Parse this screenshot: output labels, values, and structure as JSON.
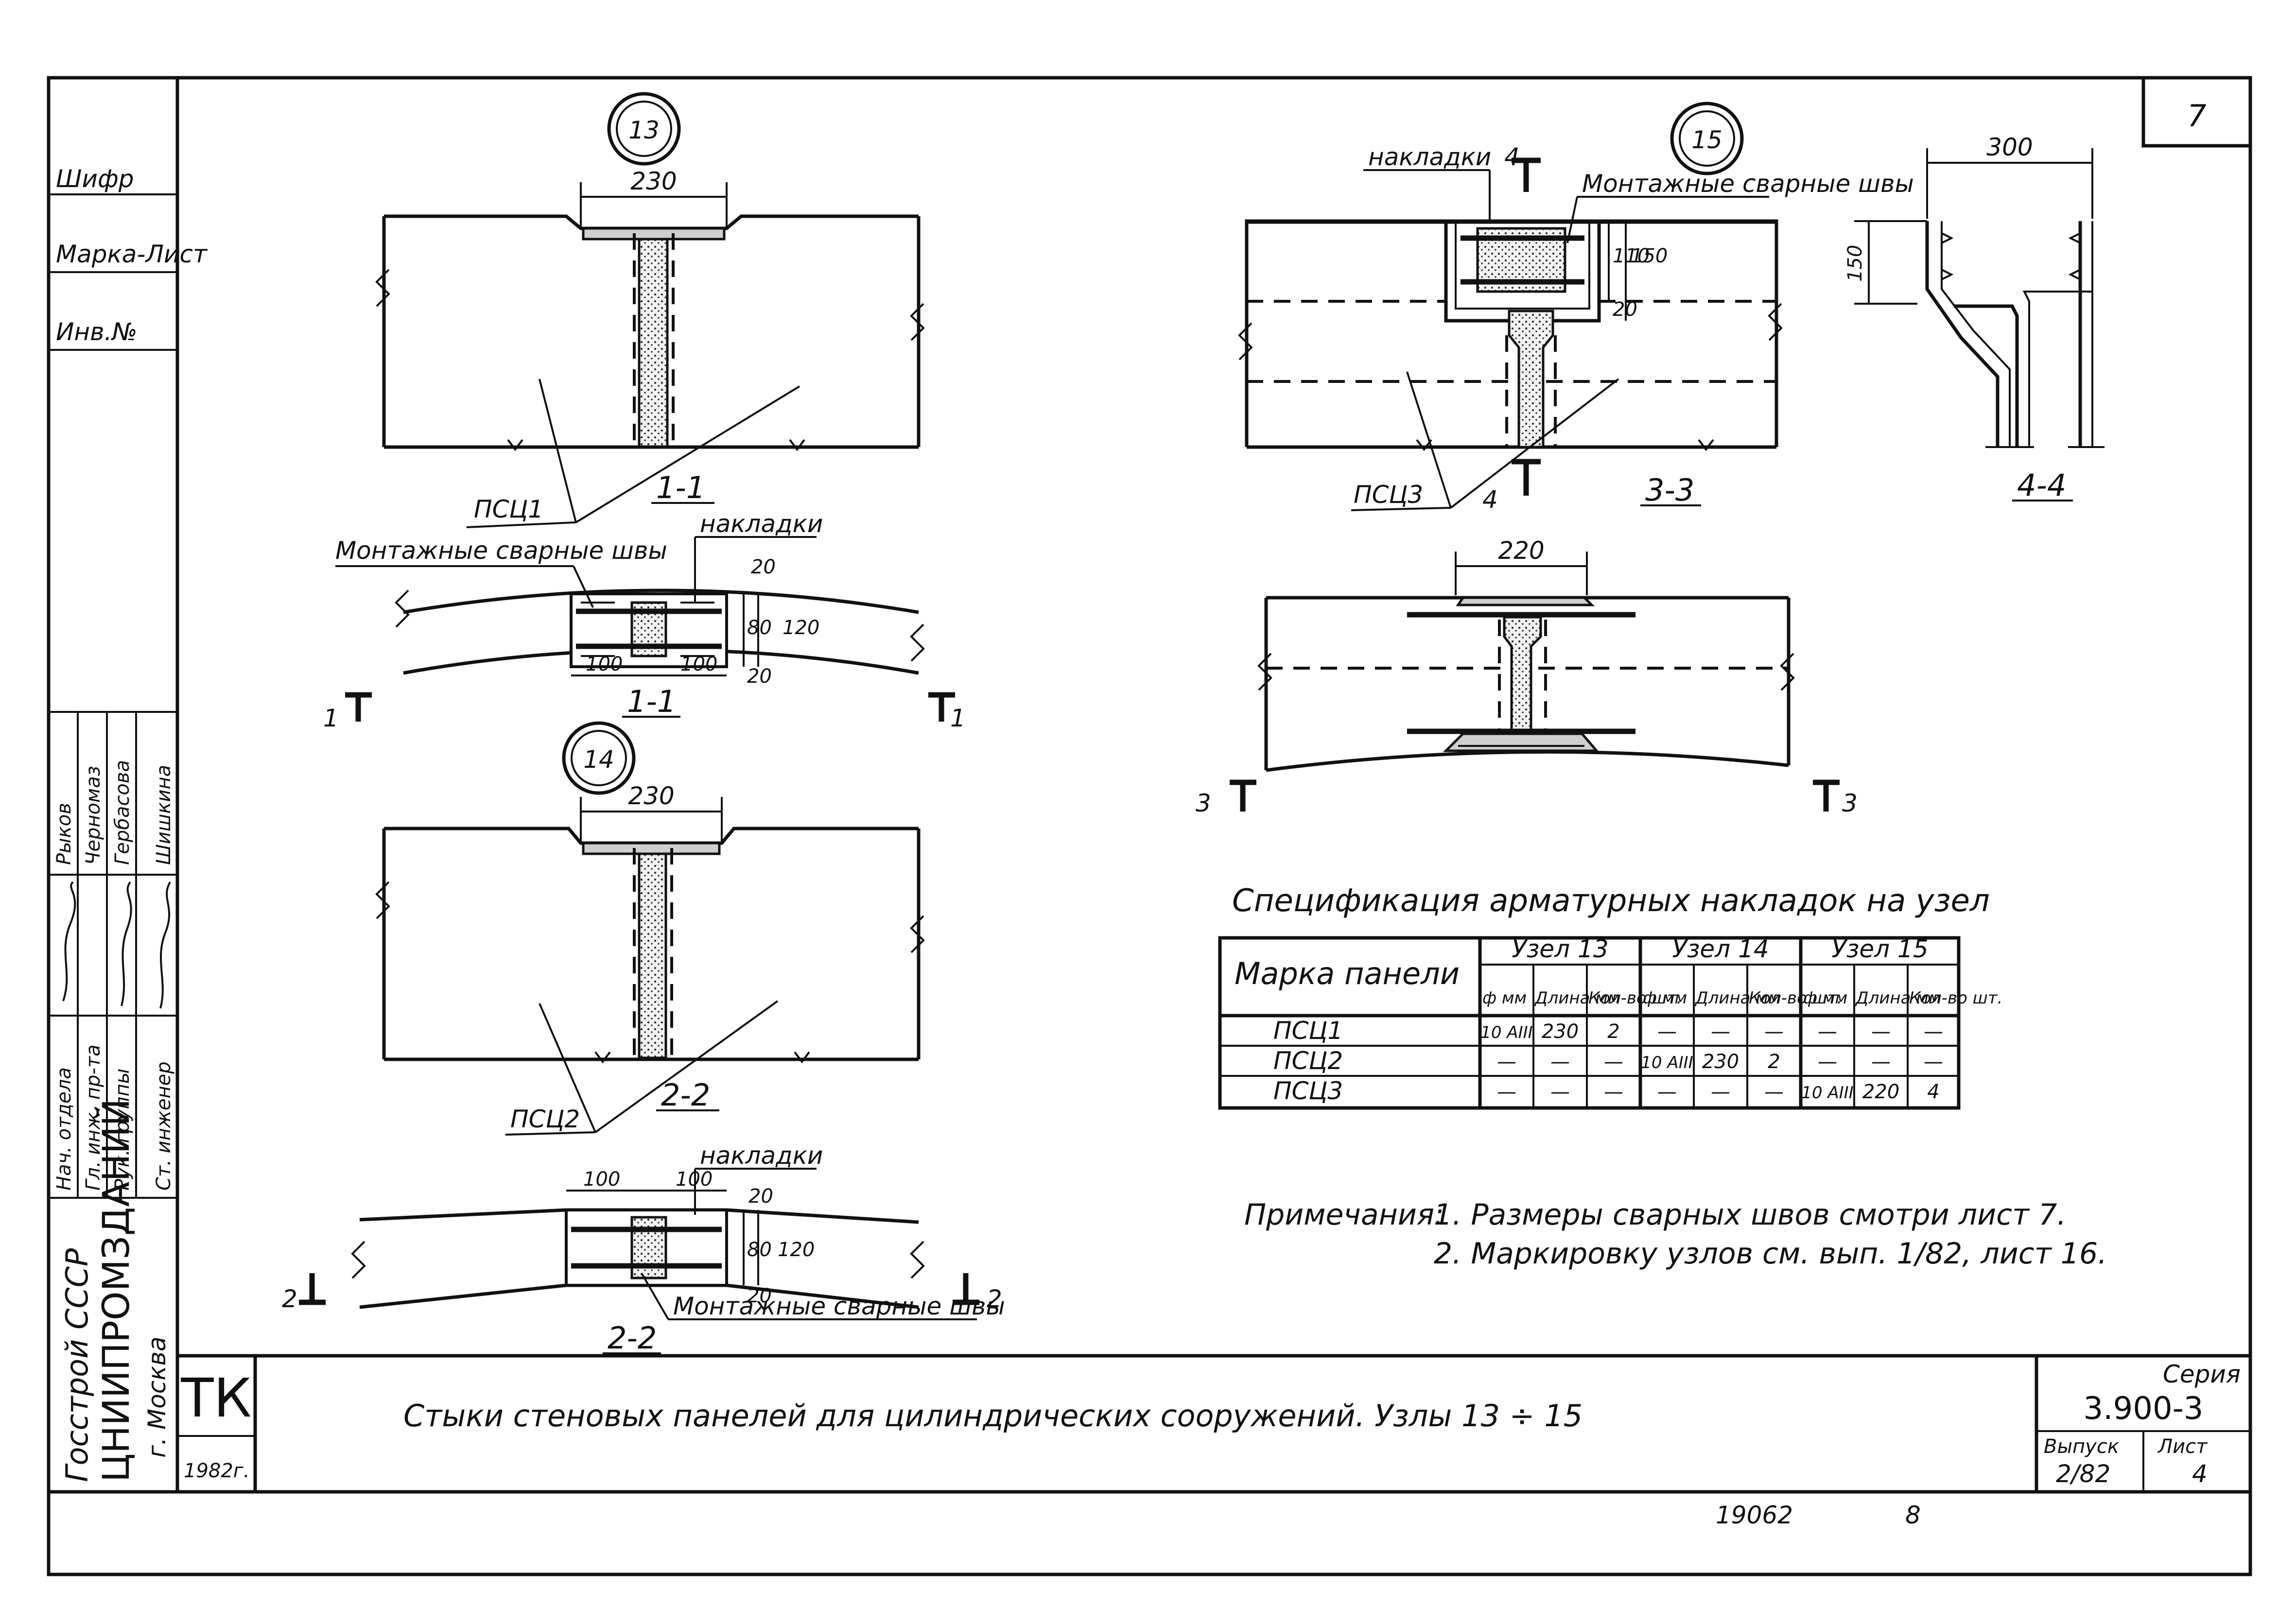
{
  "sheet_number": "7",
  "stamp_labels": [
    "Шифр",
    "Марка-Лист",
    "Инв.№"
  ],
  "staff": [
    {
      "role": "Нач. отдела",
      "name": "Рыков"
    },
    {
      "role": "Гл. инж. пр-та",
      "name": "Черномаз"
    },
    {
      "role": "Рук. группы",
      "name": "Гербасова"
    },
    {
      "role": "Ст. инженер",
      "name": "Шишкина"
    }
  ],
  "organization": {
    "line1": "Госстрой СССР",
    "line2": "ЦНИИПРОМЗДАНИЙ",
    "line3": "г. Москва"
  },
  "tk": "ТК",
  "year": "1982г.",
  "title": "Стыки стеновых панелей для цилиндрических сооружений. Узлы 13 ÷ 15",
  "series_label": "Серия",
  "series": "3.900-3",
  "issue_label": "Выпуск",
  "issue": "2/82",
  "sheet_label": "Лист",
  "sheet": "4",
  "footer_left": "19062",
  "footer_right": "8",
  "nodes": {
    "n13": "13",
    "n14": "14",
    "n15": "15"
  },
  "drawings": {
    "d13": {
      "width": "230",
      "section": "1-1",
      "panel": "ПСЦ1"
    },
    "d13b": {
      "caption": "1-1",
      "welds": "Монтажные сварные швы",
      "plates": "накладки",
      "dims": [
        "20",
        "80",
        "120",
        "20",
        "100",
        "100"
      ],
      "cut": "1"
    },
    "d14": {
      "width": "230",
      "section": "2-2",
      "panel": "ПСЦ2"
    },
    "d14b": {
      "caption": "2-2",
      "welds": "Монтажные сварные швы",
      "plates": "накладки",
      "dims": [
        "100",
        "100",
        "20",
        "80",
        "120",
        "20"
      ],
      "cut": "2"
    },
    "d15": {
      "plates": "накладки",
      "welds": "Монтажные сварные швы",
      "dims": [
        "110",
        "150",
        "20"
      ],
      "section": "3-3",
      "panel": "ПСЦ3",
      "cut4": "4"
    },
    "d15b": {
      "width": "220",
      "cut": "3"
    },
    "d44": {
      "width": "300",
      "height": "150",
      "section": "4-4"
    }
  },
  "spec": {
    "title": "Спецификация арматурных накладок на узел",
    "header_mark": "Марка панели",
    "groups": [
      "Узел 13",
      "Узел 14",
      "Узел 15"
    ],
    "sub": [
      "ф мм",
      "Длина мм",
      "Кол-во шт."
    ],
    "rows": [
      {
        "mark": "ПСЦ1",
        "cells": [
          "10 AIII",
          "230",
          "2",
          "—",
          "—",
          "—",
          "—",
          "—",
          "—"
        ]
      },
      {
        "mark": "ПСЦ2",
        "cells": [
          "—",
          "—",
          "—",
          "10 AIII",
          "230",
          "2",
          "—",
          "—",
          "—"
        ]
      },
      {
        "mark": "ПСЦ3",
        "cells": [
          "—",
          "—",
          "—",
          "—",
          "—",
          "—",
          "10 AIII",
          "220",
          "4"
        ]
      }
    ]
  },
  "notes": {
    "label": "Примечания:",
    "items": [
      "1. Размеры сварных швов смотри лист 7.",
      "2. Маркировку узлов см. вып. 1/82, лист 16."
    ]
  }
}
